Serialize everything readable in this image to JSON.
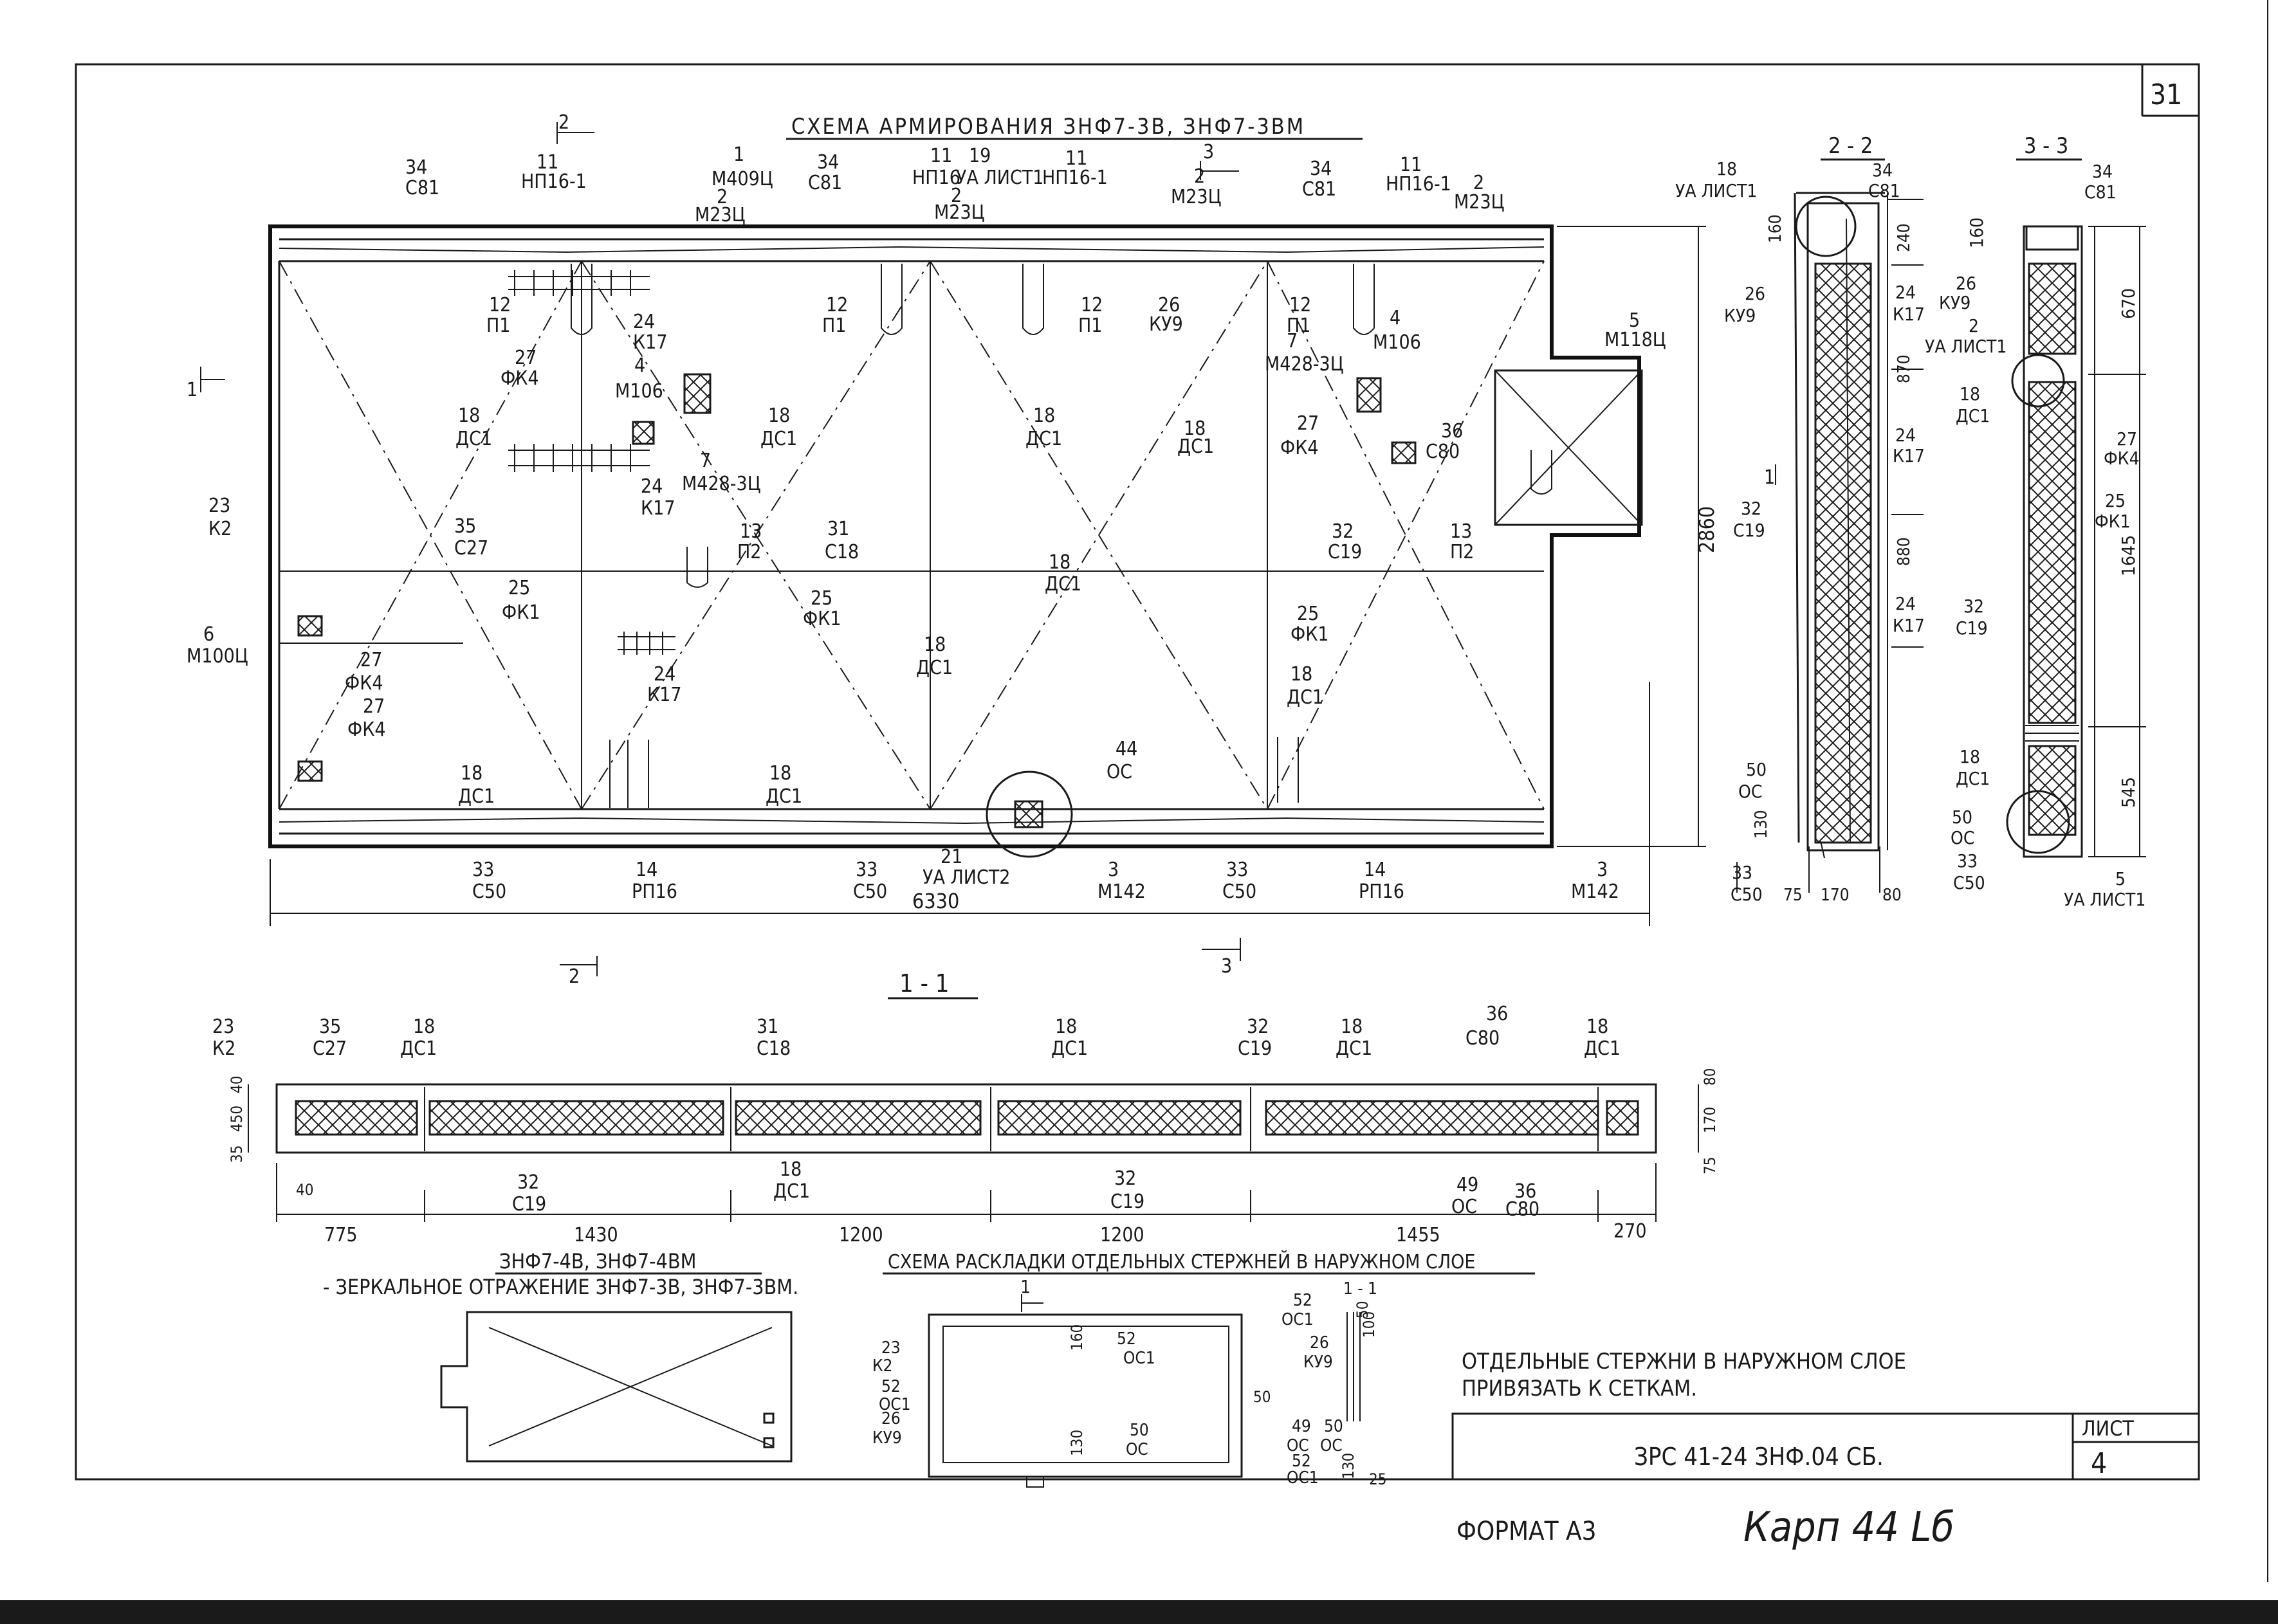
{
  "sheet": {
    "corner_number": "31",
    "main_title": "СХЕМА АРМИРОВАНИЯ ЗНФ7-3В, ЗНФ7-3ВМ",
    "mirror_title": "ЗНФ7-4В, ЗНФ7-4ВМ",
    "mirror_subtitle": "- ЗЕРКАЛЬНОЕ ОТРАЖЕНИЕ ЗНФ7-3В, ЗНФ7-3ВМ.",
    "layout_title": "СХЕМА РАСКЛАДКИ ОТДЕЛЬНЫХ СТЕРЖНЕЙ В НАРУЖНОМ СЛОЕ",
    "note_line1": "ОТДЕЛЬНЫЕ СТЕРЖНИ В НАРУЖНОМ СЛОЕ",
    "note_line2": "ПРИВЯЗАТЬ К СЕТКАМ.",
    "doc_code": "ЗРС 41-24 ЗНФ.04 СБ.",
    "sheet_label": "ЛИСТ",
    "sheet_number": "4",
    "format": "ФОРМАТ А3",
    "handwritten": "Карп 44 Lб"
  },
  "sections": {
    "s11": "1 - 1",
    "s22": "2 - 2",
    "s33": "3 - 3",
    "cut1": "1",
    "cut2": "2",
    "cut3": "3"
  },
  "plan_labels": [
    {
      "n": "34",
      "m": "С81"
    },
    {
      "n": "11",
      "m": "НП16-1"
    },
    {
      "n": "1",
      "m": "М409Ц"
    },
    {
      "n": "2",
      "m": "М23Ц"
    },
    {
      "n": "34",
      "m": "С81"
    },
    {
      "n": "11",
      "m": "НП16"
    },
    {
      "n": "19",
      "m": "УА ЛИСТ1"
    },
    {
      "n": "2",
      "m": "М23Ц"
    },
    {
      "n": "11",
      "m": "НП16-1"
    },
    {
      "n": "2",
      "m": "М23Ц"
    },
    {
      "n": "34",
      "m": "С81"
    },
    {
      "n": "11",
      "m": "НП16-1"
    },
    {
      "n": "2",
      "m": "М23Ц"
    },
    {
      "n": "12",
      "m": "П1"
    },
    {
      "n": "24",
      "m": "К17"
    },
    {
      "n": "12",
      "m": "П1"
    },
    {
      "n": "12",
      "m": "П1"
    },
    {
      "n": "26",
      "m": "КУ9"
    },
    {
      "n": "12",
      "m": "П1"
    },
    {
      "n": "4",
      "m": "М106"
    },
    {
      "n": "5",
      "m": "М118Ц"
    },
    {
      "n": "27",
      "m": "ФК4"
    },
    {
      "n": "4",
      "m": "М106"
    },
    {
      "n": "18",
      "m": "ДС1"
    },
    {
      "n": "18",
      "m": "ДС1"
    },
    {
      "n": "18",
      "m": "ДС1"
    },
    {
      "n": "7",
      "m": "М428-3Ц"
    },
    {
      "n": "18",
      "m": "ДС1"
    },
    {
      "n": "27",
      "m": "ФК4"
    },
    {
      "n": "36",
      "m": "С80"
    },
    {
      "n": "24",
      "m": "К17"
    },
    {
      "n": "7",
      "m": "М428-3Ц"
    },
    {
      "n": "23",
      "m": "К2"
    },
    {
      "n": "35",
      "m": "С27"
    },
    {
      "n": "13",
      "m": "П2"
    },
    {
      "n": "31",
      "m": "С18"
    },
    {
      "n": "13",
      "m": "П2"
    },
    {
      "n": "32",
      "m": "С19"
    },
    {
      "n": "25",
      "m": "ФК1"
    },
    {
      "n": "25",
      "m": "ФК1"
    },
    {
      "n": "18",
      "m": "ДС1"
    },
    {
      "n": "25",
      "m": "ФК1"
    },
    {
      "n": "6",
      "m": "М100Ц"
    },
    {
      "n": "27",
      "m": "ФК4"
    },
    {
      "n": "24",
      "m": "К17"
    },
    {
      "n": "18",
      "m": "ДС1"
    },
    {
      "n": "18",
      "m": "ДС1"
    },
    {
      "n": "27",
      "m": "ФК4"
    },
    {
      "n": "18",
      "m": "ДС1"
    },
    {
      "n": "18",
      "m": "ДС1"
    },
    {
      "n": "44",
      "m": "ОС"
    },
    {
      "n": "33",
      "m": "С50"
    },
    {
      "n": "14",
      "m": "РП16"
    },
    {
      "n": "33",
      "m": "С50"
    },
    {
      "n": "21",
      "m": "УА ЛИСТ2"
    },
    {
      "n": "3",
      "m": "М142"
    },
    {
      "n": "33",
      "m": "С50"
    },
    {
      "n": "14",
      "m": "РП16"
    },
    {
      "n": "3",
      "m": "М142"
    }
  ],
  "plan_dims": {
    "width": "6330",
    "height": "2860"
  },
  "section22": {
    "labels": [
      {
        "n": "18",
        "m": "УА ЛИСТ1"
      },
      {
        "n": "34",
        "m": "С81"
      },
      {
        "n": "26",
        "m": "КУ9"
      },
      {
        "n": "24",
        "m": "К17"
      },
      {
        "n": "24",
        "m": "К17"
      },
      {
        "n": "32",
        "m": "С19"
      },
      {
        "n": "24",
        "m": "К17"
      },
      {
        "n": "50",
        "m": "ОС"
      },
      {
        "n": "33",
        "m": "С50"
      }
    ],
    "dims": [
      "160",
      "240",
      "870",
      "880",
      "130",
      "75",
      "170",
      "80"
    ]
  },
  "section33": {
    "labels": [
      {
        "n": "34",
        "m": "С81"
      },
      {
        "n": "26",
        "m": "КУ9"
      },
      {
        "n": "2",
        "m": "УА ЛИСТ1"
      },
      {
        "n": "18",
        "m": "ДС1"
      },
      {
        "n": "27",
        "m": "ФК4"
      },
      {
        "n": "25",
        "m": "ФК1"
      },
      {
        "n": "32",
        "m": "С19"
      },
      {
        "n": "18",
        "m": "ДС1"
      },
      {
        "n": "50",
        "m": "ОС"
      },
      {
        "n": "33",
        "m": "С50"
      },
      {
        "n": "5",
        "m": "УА ЛИСТ1"
      }
    ],
    "dims": [
      "160",
      "670",
      "1645",
      "545"
    ]
  },
  "section11": {
    "labels": [
      {
        "n": "23",
        "m": "К2"
      },
      {
        "n": "35",
        "m": "С27"
      },
      {
        "n": "18",
        "m": "ДС1"
      },
      {
        "n": "31",
        "m": "С18"
      },
      {
        "n": "18",
        "m": "ДС1"
      },
      {
        "n": "32",
        "m": "С19"
      },
      {
        "n": "18",
        "m": "ДС1"
      },
      {
        "n": "36",
        "m": "С80"
      },
      {
        "n": "18",
        "m": "ДС1"
      },
      {
        "n": "32",
        "m": "С19"
      },
      {
        "n": "18",
        "m": "ДС1"
      },
      {
        "n": "32",
        "m": "С19"
      },
      {
        "n": "49",
        "m": "ОС"
      },
      {
        "n": "36",
        "m": "С80"
      }
    ],
    "dims": [
      "775",
      "1430",
      "1200",
      "1200",
      "1455",
      "270"
    ],
    "side_dims": [
      "40",
      "450",
      "35",
      "40",
      "80",
      "170",
      "75"
    ]
  },
  "layout_scheme": {
    "labels": [
      {
        "n": "52",
        "m": "ОС1"
      },
      {
        "n": "23",
        "m": "К2"
      },
      {
        "n": "52",
        "m": "ОС1"
      },
      {
        "n": "26",
        "m": "КУ9"
      },
      {
        "n": "52",
        "m": "ОС1"
      },
      {
        "n": "50",
        "m": "ОС"
      },
      {
        "n": "26",
        "m": "КУ9"
      },
      {
        "n": "49",
        "m": "ОС"
      },
      {
        "n": "50",
        "m": "ОС"
      },
      {
        "n": "52",
        "m": "ОС1"
      }
    ],
    "dims": [
      "160",
      "130",
      "50",
      "130",
      "25",
      "50",
      "100"
    ]
  }
}
